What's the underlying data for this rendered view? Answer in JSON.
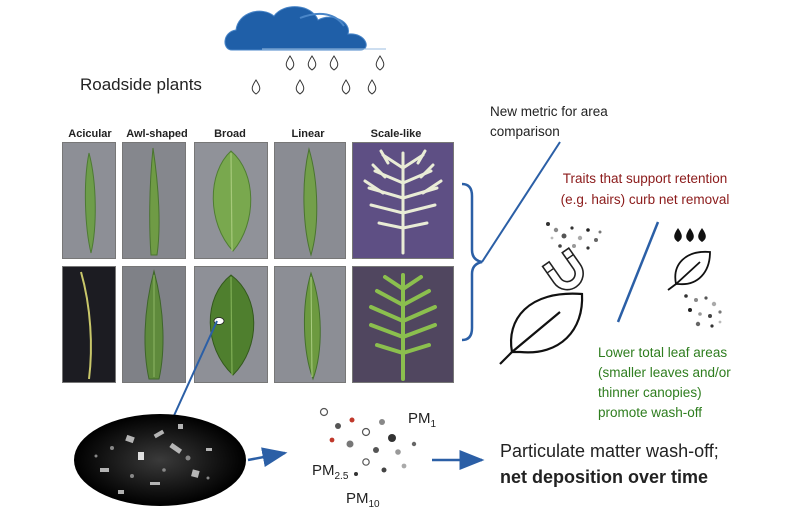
{
  "title": "Roadside plants",
  "columns": [
    "Acicular",
    "Awl-shaped",
    "Broad",
    "Linear",
    "Scale-like"
  ],
  "metric_text": "New metric for area comparison",
  "retention": {
    "line1": "Traits that support retention",
    "line2": "(e.g. hairs) curb net removal"
  },
  "washoff_note": {
    "line1": "Lower total leaf areas",
    "line2": "(smaller leaves and/or",
    "line3": "thinner canopies)",
    "line4": "promote wash-off"
  },
  "pm": {
    "pm1": {
      "base": "PM",
      "sub": "1"
    },
    "pm25": {
      "base": "PM",
      "sub": "2.5"
    },
    "pm10": {
      "base": "PM",
      "sub": "10"
    }
  },
  "result": {
    "line1": "Particulate matter wash-off;",
    "line2": "net deposition over time"
  },
  "colors": {
    "cloud": "#1f5fa8",
    "arrow": "#2b5fa6",
    "retention_text": "#8b1a1a",
    "washoff_text": "#2e7d1e",
    "leaf_green": "#6e9e3c"
  },
  "icons": [
    "rain-cloud-icon",
    "magnet-icon",
    "leaf-outline-icon",
    "water-drop-icon"
  ]
}
